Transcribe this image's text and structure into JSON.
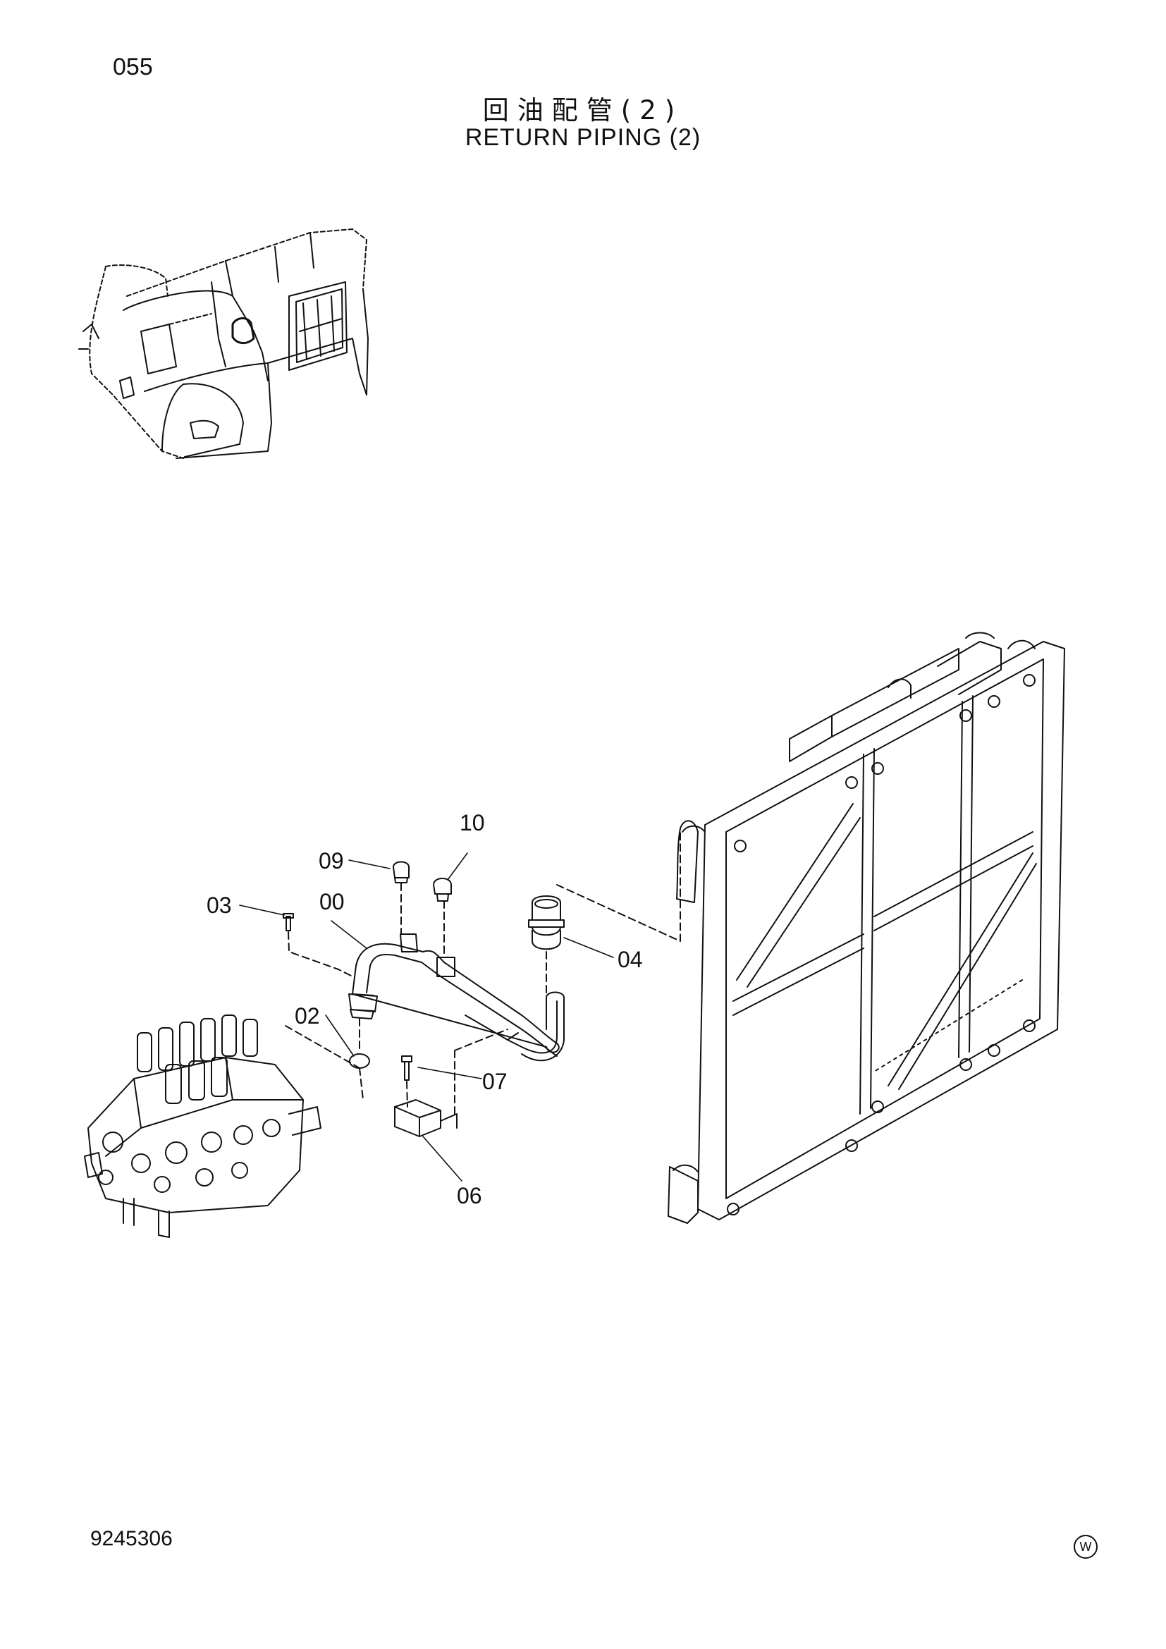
{
  "header": {
    "page_number": "055",
    "title_cn": "回油配管(2)",
    "title_en": "RETURN PIPING (2)"
  },
  "footer": {
    "doc_code": "9245306",
    "mark": "W"
  },
  "callouts": [
    {
      "id": "00",
      "label": "00"
    },
    {
      "id": "02",
      "label": "02"
    },
    {
      "id": "03",
      "label": "03"
    },
    {
      "id": "04",
      "label": "04"
    },
    {
      "id": "06",
      "label": "06"
    },
    {
      "id": "07",
      "label": "07"
    },
    {
      "id": "09",
      "label": "09"
    },
    {
      "id": "10",
      "label": "10"
    }
  ],
  "colors": {
    "ink": "#111111",
    "paper": "#ffffff"
  }
}
